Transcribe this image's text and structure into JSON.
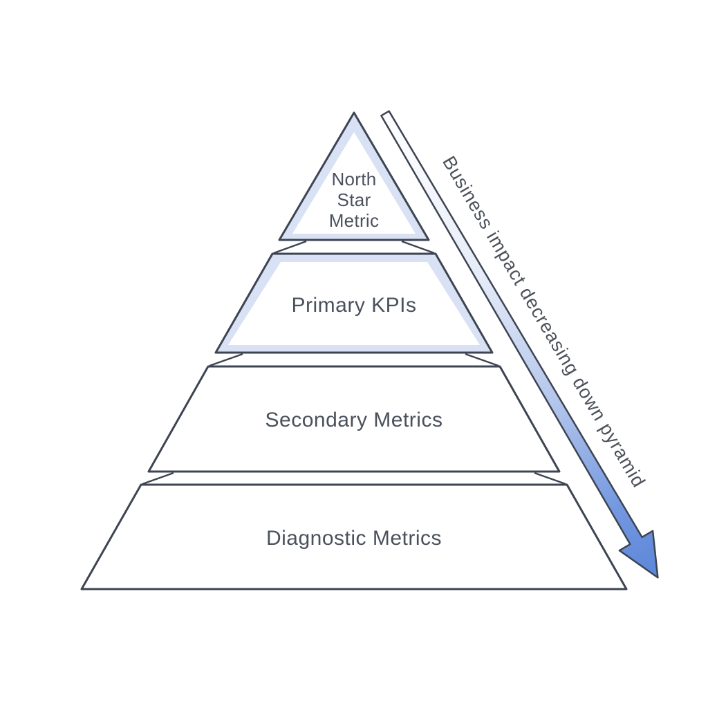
{
  "diagram": {
    "name": "metrics-pyramid",
    "pyramid": {
      "tiers": [
        {
          "label": "North Star Metric",
          "lines": [
            "North",
            "Star",
            "Metric"
          ],
          "highlighted": true
        },
        {
          "label": "Primary KPIs",
          "highlighted": true
        },
        {
          "label": "Secondary Metrics",
          "highlighted": false
        },
        {
          "label": "Diagnostic Metrics",
          "highlighted": false
        }
      ]
    },
    "arrow": {
      "label": "Business impact decreasing down pyramid",
      "direction": "down-right"
    },
    "colors": {
      "outline": "#3d4452",
      "band": "#d9e2f4",
      "fill": "#ffffff",
      "accent_blue": "#5b86d8",
      "text": "#4b515c"
    }
  }
}
